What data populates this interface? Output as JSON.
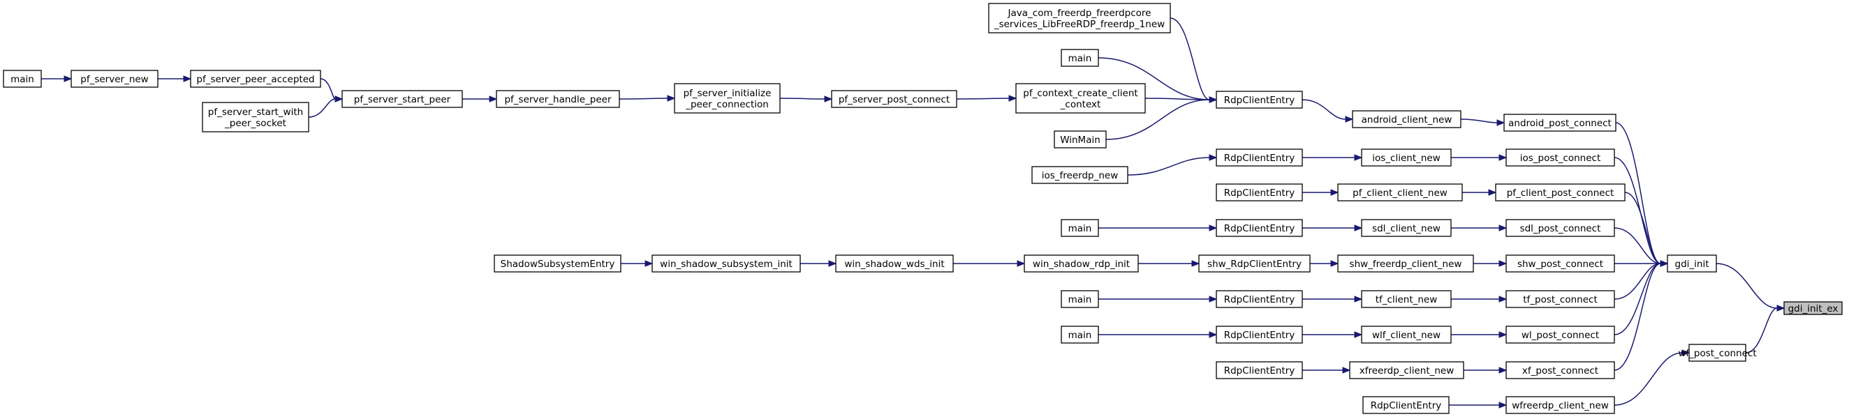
{
  "graph": {
    "nodes": {
      "gdi_init_ex": {
        "lines": [
          "gdi_init_ex"
        ],
        "root": true
      },
      "gdi_init": {
        "lines": [
          "gdi_init"
        ]
      },
      "wf_post_connect": {
        "lines": [
          "wf_post_connect"
        ]
      },
      "wfreerdp_client_new": {
        "lines": [
          "wfreerdp_client_new"
        ]
      },
      "rdp_wf": {
        "lines": [
          "RdpClientEntry"
        ]
      },
      "android_post_connect": {
        "lines": [
          "android_post_connect"
        ]
      },
      "ios_post_connect": {
        "lines": [
          "ios_post_connect"
        ]
      },
      "pf_client_post_connect": {
        "lines": [
          "pf_client_post_connect"
        ]
      },
      "sdl_post_connect": {
        "lines": [
          "sdl_post_connect"
        ]
      },
      "shw_post_connect": {
        "lines": [
          "shw_post_connect"
        ]
      },
      "tf_post_connect": {
        "lines": [
          "tf_post_connect"
        ]
      },
      "wl_post_connect": {
        "lines": [
          "wl_post_connect"
        ]
      },
      "xf_post_connect": {
        "lines": [
          "xf_post_connect"
        ]
      },
      "android_client_new": {
        "lines": [
          "android_client_new"
        ]
      },
      "ios_client_new": {
        "lines": [
          "ios_client_new"
        ]
      },
      "pf_client_client_new": {
        "lines": [
          "pf_client_client_new"
        ]
      },
      "sdl_client_new": {
        "lines": [
          "sdl_client_new"
        ]
      },
      "shw_freerdp_client_new": {
        "lines": [
          "shw_freerdp_client_new"
        ]
      },
      "tf_client_new": {
        "lines": [
          "tf_client_new"
        ]
      },
      "wlf_client_new": {
        "lines": [
          "wlf_client_new"
        ]
      },
      "xfreerdp_client_new": {
        "lines": [
          "xfreerdp_client_new"
        ]
      },
      "rdp_android": {
        "lines": [
          "RdpClientEntry"
        ]
      },
      "rdp_ios": {
        "lines": [
          "RdpClientEntry"
        ]
      },
      "rdp_pf": {
        "lines": [
          "RdpClientEntry"
        ]
      },
      "rdp_sdl": {
        "lines": [
          "RdpClientEntry"
        ]
      },
      "shw_RdpClientEntry": {
        "lines": [
          "shw_RdpClientEntry"
        ]
      },
      "rdp_tf": {
        "lines": [
          "RdpClientEntry"
        ]
      },
      "rdp_wlf": {
        "lines": [
          "RdpClientEntry"
        ]
      },
      "rdp_xf": {
        "lines": [
          "RdpClientEntry"
        ]
      },
      "java_new": {
        "lines": [
          "Java_com_freerdp_freerdpcore",
          "_services_LibFreeRDP_freerdp_1new"
        ]
      },
      "main_android": {
        "lines": [
          "main"
        ]
      },
      "pf_context_create": {
        "lines": [
          "pf_context_create_client",
          "_context"
        ]
      },
      "winmain": {
        "lines": [
          "WinMain"
        ]
      },
      "ios_freerdp_new": {
        "lines": [
          "ios_freerdp_new"
        ]
      },
      "main_sdl": {
        "lines": [
          "main"
        ]
      },
      "win_shadow_rdp_init": {
        "lines": [
          "win_shadow_rdp_init"
        ]
      },
      "main_tf": {
        "lines": [
          "main"
        ]
      },
      "main_wlf": {
        "lines": [
          "main"
        ]
      },
      "pf_server_post_connect": {
        "lines": [
          "pf_server_post_connect"
        ]
      },
      "pf_server_initialize": {
        "lines": [
          "pf_server_initialize",
          "_peer_connection"
        ]
      },
      "pf_server_handle_peer": {
        "lines": [
          "pf_server_handle_peer"
        ]
      },
      "pf_server_start_peer": {
        "lines": [
          "pf_server_start_peer"
        ]
      },
      "pf_server_peer_accepted": {
        "lines": [
          "pf_server_peer_accepted"
        ]
      },
      "pf_server_start_with": {
        "lines": [
          "pf_server_start_with",
          "_peer_socket"
        ]
      },
      "pf_server_new": {
        "lines": [
          "pf_server_new"
        ]
      },
      "main_pf": {
        "lines": [
          "main"
        ]
      },
      "win_shadow_wds_init": {
        "lines": [
          "win_shadow_wds_init"
        ]
      },
      "win_shadow_subsystem_init": {
        "lines": [
          "win_shadow_subsystem_init"
        ]
      },
      "ShadowSubsystemEntry": {
        "lines": [
          "ShadowSubsystemEntry"
        ]
      }
    },
    "edges": [
      [
        "gdi_init",
        "gdi_init_ex"
      ],
      [
        "wf_post_connect",
        "gdi_init_ex"
      ],
      [
        "android_post_connect",
        "gdi_init"
      ],
      [
        "ios_post_connect",
        "gdi_init"
      ],
      [
        "pf_client_post_connect",
        "gdi_init"
      ],
      [
        "sdl_post_connect",
        "gdi_init"
      ],
      [
        "shw_post_connect",
        "gdi_init"
      ],
      [
        "tf_post_connect",
        "gdi_init"
      ],
      [
        "wl_post_connect",
        "gdi_init"
      ],
      [
        "xf_post_connect",
        "gdi_init"
      ],
      [
        "wfreerdp_client_new",
        "wf_post_connect"
      ],
      [
        "rdp_wf",
        "wfreerdp_client_new"
      ],
      [
        "android_client_new",
        "android_post_connect"
      ],
      [
        "ios_client_new",
        "ios_post_connect"
      ],
      [
        "pf_client_client_new",
        "pf_client_post_connect"
      ],
      [
        "sdl_client_new",
        "sdl_post_connect"
      ],
      [
        "shw_freerdp_client_new",
        "shw_post_connect"
      ],
      [
        "tf_client_new",
        "tf_post_connect"
      ],
      [
        "wlf_client_new",
        "wl_post_connect"
      ],
      [
        "xfreerdp_client_new",
        "xf_post_connect"
      ],
      [
        "rdp_android",
        "android_client_new"
      ],
      [
        "rdp_ios",
        "ios_client_new"
      ],
      [
        "rdp_pf",
        "pf_client_client_new"
      ],
      [
        "rdp_sdl",
        "sdl_client_new"
      ],
      [
        "shw_RdpClientEntry",
        "shw_freerdp_client_new"
      ],
      [
        "rdp_tf",
        "tf_client_new"
      ],
      [
        "rdp_wlf",
        "wlf_client_new"
      ],
      [
        "rdp_xf",
        "xfreerdp_client_new"
      ],
      [
        "java_new",
        "rdp_android"
      ],
      [
        "main_android",
        "rdp_android"
      ],
      [
        "pf_context_create",
        "rdp_android"
      ],
      [
        "winmain",
        "rdp_android"
      ],
      [
        "ios_freerdp_new",
        "rdp_ios"
      ],
      [
        "main_sdl",
        "rdp_sdl"
      ],
      [
        "win_shadow_rdp_init",
        "shw_RdpClientEntry"
      ],
      [
        "main_tf",
        "rdp_tf"
      ],
      [
        "main_wlf",
        "rdp_wlf"
      ],
      [
        "pf_server_post_connect",
        "pf_context_create"
      ],
      [
        "pf_server_initialize",
        "pf_server_post_connect"
      ],
      [
        "pf_server_handle_peer",
        "pf_server_initialize"
      ],
      [
        "pf_server_start_peer",
        "pf_server_handle_peer"
      ],
      [
        "pf_server_peer_accepted",
        "pf_server_start_peer"
      ],
      [
        "pf_server_start_with",
        "pf_server_start_peer"
      ],
      [
        "pf_server_new",
        "pf_server_peer_accepted"
      ],
      [
        "main_pf",
        "pf_server_new"
      ],
      [
        "win_shadow_wds_init",
        "win_shadow_rdp_init"
      ],
      [
        "win_shadow_subsystem_init",
        "win_shadow_wds_init"
      ],
      [
        "ShadowSubsystemEntry",
        "win_shadow_subsystem_init"
      ]
    ]
  },
  "colors": {
    "edge": "#191970",
    "node_border": "#000000",
    "root_fill": "#bfbfbf"
  }
}
